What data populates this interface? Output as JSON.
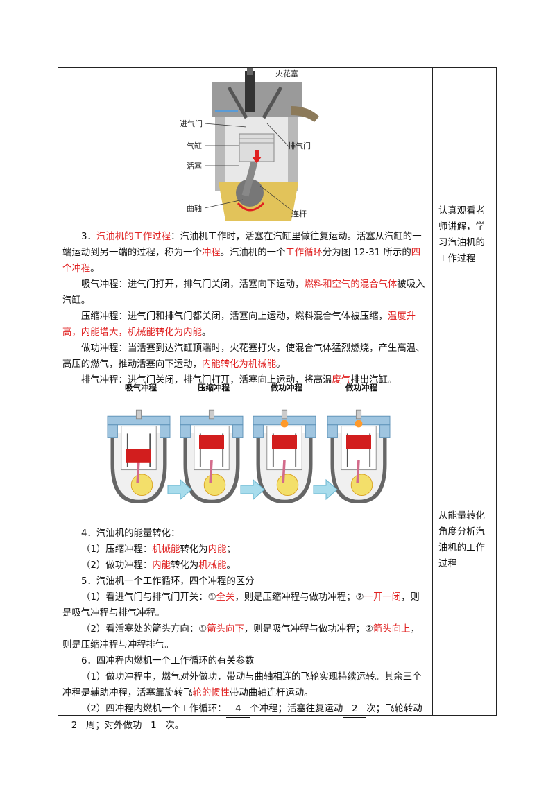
{
  "engine_labels": {
    "spark": "火花塞",
    "intake": "进气门",
    "cylinder": "气缸",
    "exhaust": "排气门",
    "piston": "活塞",
    "crank": "曲轴",
    "rod": "连杆"
  },
  "sec3": {
    "num": "3．",
    "title": "汽油机的工作过程",
    "t1": "：汽油机工作时，活塞在汽缸里做往复运动。活塞从汽缸的一端运动到另一端的过程，称为一个",
    "stroke": "冲程",
    "t2": "。汽油机的一个",
    "cycle": "工作循环",
    "t3": "分为图 12-31 所示的",
    "four": "四个冲程",
    "t4": "。"
  },
  "intake_p": {
    "a": "吸气冲程：进气门打开，排气门关闭，活塞向下运动，",
    "red": "燃料和空气的混合气体",
    "b": "被吸入汽缸。"
  },
  "compress_p": {
    "a": "压缩冲程：进气门和排气门都关闭，活塞向上运动，燃料混合气体被压缩，",
    "red": "温度升高，内能增大，机械能转化为内能",
    "b": "。"
  },
  "power_p": {
    "a": "做功冲程：当活塞到达汽缸顶端时，火花塞打火，使混合气体猛烈燃烧，产生高温、高压的燃气，推动活塞向下运动，",
    "red": "内能转化为机械能",
    "b": "。"
  },
  "exhaust_p": {
    "a": "排气冲程：进气门关闭，排气门打开，活塞向上运动，将高温",
    "red": "废气",
    "b": "排出汽缸。"
  },
  "stroke_titles": [
    "吸气冲程",
    "压缩冲程",
    "做功冲程",
    "做功冲程"
  ],
  "sec4": {
    "head": "4．汽油机的能量转化：",
    "l1a": "（1）压缩冲程：",
    "l1r1": "机械能",
    "l1b": "转化为",
    "l1r2": "内能",
    "l1c": "；",
    "l2a": "（2）做功冲程：",
    "l2r1": "内能",
    "l2b": "转化为",
    "l2r2": "机械能",
    "l2c": "。"
  },
  "sec5": {
    "head": "5．汽油机一个工作循环，四个冲程的区分",
    "l1a": "（1）看进气门与排气门开关：①",
    "l1r1": "全关",
    "l1b": "，则是压缩冲程与做功冲程；②",
    "l1r2": "一开一闭",
    "l1c": "，则是吸气冲程与排气冲程。",
    "l2a": "（2）看活塞处的箭头方向：①",
    "l2r1": "箭头向下",
    "l2b": "，则是吸气冲程与做功冲程；②",
    "l2r2": "箭头向上",
    "l2c": "，则是压缩冲程与冲程排气。"
  },
  "sec6": {
    "head": "6．四冲程内燃机一个工作循环的有关参数",
    "l1a": "（1）做功冲程中，燃气对外做功，带动与曲轴相连的飞轮实现持续运转。其余三个冲程是辅助冲程，活塞靠旋转飞",
    "l1r": "轮的惯性",
    "l1b": "带动曲轴连杆运动。",
    "l2a": "（2）四冲程内燃机一个工作循环：",
    "v1": "4",
    "l2b": "个冲程；活塞往复运动",
    "v2": "2",
    "l2c": "次；飞轮转动",
    "v3": "2",
    "l2d": "周；对外做功",
    "v4": "1",
    "l2e": "次。"
  },
  "side": {
    "a": "认真观看老师讲解，学习汽油机的工作过程",
    "b": "从能量转化角度分析汽油机的工作过程"
  }
}
